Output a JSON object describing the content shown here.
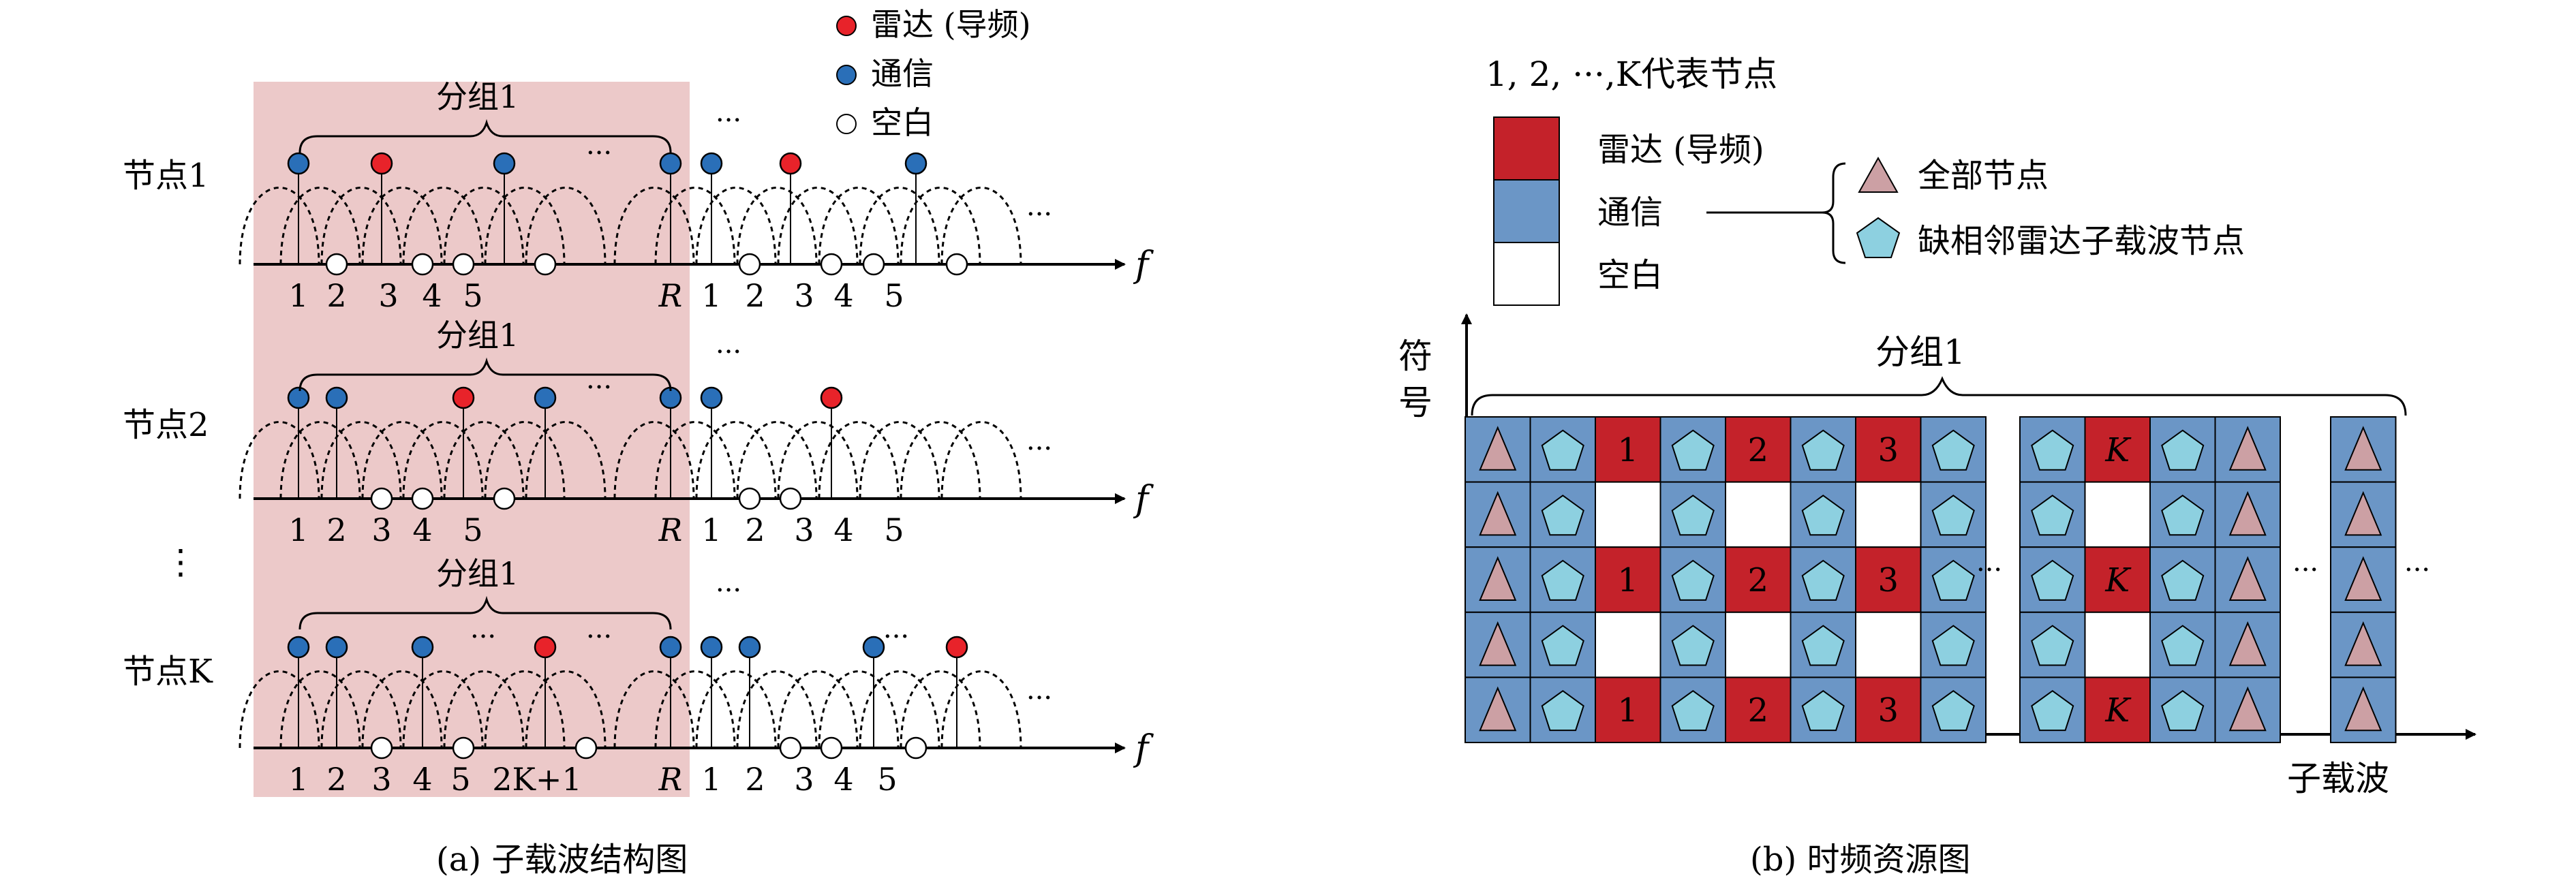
{
  "colors": {
    "radar": "#e8232a",
    "comm": "#2a6fb8",
    "blank": "#ffffff",
    "shade": "#ecc9c9",
    "cell_red": "#c4222a",
    "cell_blue": "#6b96c6",
    "triangle": "#cca0a4",
    "pentagon": "#8dd0e0"
  },
  "legend_a": {
    "radar": "雷达 (导频)",
    "comm": "通信",
    "blank": "空白"
  },
  "panel_a": {
    "caption": "(a)  子载波结构图",
    "group_label": "分组1",
    "dots_h": "···",
    "dots_v": "⋮",
    "f_label": "f",
    "rows": [
      {
        "label": "节点1",
        "ticks": [
          "1",
          "2",
          "3",
          "4",
          "5",
          "R",
          "1",
          "2",
          "3",
          "4",
          "5"
        ],
        "red_ticks": [
          2
        ],
        "markers": [
          "comm",
          "blank",
          "radar",
          "blank",
          "blank",
          "comm",
          "blank",
          "comm",
          "comm",
          "blank",
          "radar",
          "blank",
          "blank",
          "comm",
          "blank"
        ]
      },
      {
        "label": "节点2",
        "ticks": [
          "1",
          "2",
          "3",
          "4",
          "5",
          "R",
          "1",
          "2",
          "3",
          "4",
          "5"
        ],
        "red_ticks": [
          4
        ],
        "markers": [
          "comm",
          "comm",
          "blank",
          "blank",
          "radar",
          "blank",
          "comm",
          "comm",
          "comm",
          "blank",
          "blank",
          "radar"
        ]
      },
      {
        "label": "节点K",
        "ticks": [
          "1",
          "2",
          "3",
          "4",
          "5",
          "2K+1",
          "R",
          "1",
          "2",
          "3",
          "4",
          "5"
        ],
        "red_ticks": [
          4,
          5
        ],
        "markers": [
          "comm",
          "comm",
          "blank",
          "comm",
          "blank",
          "radar",
          "blank",
          "comm",
          "comm",
          "comm",
          "blank",
          "blank",
          "comm",
          "blank",
          "radar"
        ]
      }
    ]
  },
  "panel_b": {
    "caption": "(b) 时频资源图",
    "legend_title": "1, 2, ···,K代表节点",
    "legend_radar": "雷达 (导频)",
    "legend_comm": "通信",
    "legend_blank": "空白",
    "legend_all": "全部节点",
    "legend_missing": "缺相邻雷达子载波节点",
    "y_axis": "符号",
    "x_axis": "子载波",
    "group_label": "分组1",
    "dots": "···",
    "node_labels": [
      "1",
      "2",
      "3",
      "K"
    ]
  }
}
